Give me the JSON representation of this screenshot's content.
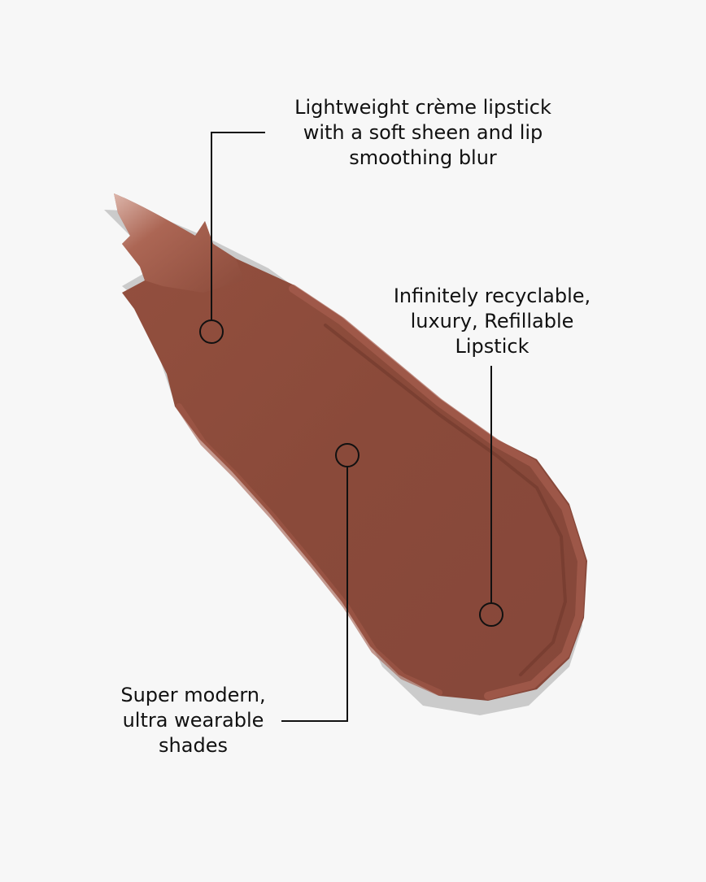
{
  "image": {
    "subject": "lipstick-swatch",
    "colors": {
      "background": "#f7f7f7",
      "swatch_main": "#8a4a3a",
      "swatch_edge": "#9c5849",
      "swatch_shadow": "#6b3428",
      "callout_line": "#111111"
    }
  },
  "callouts": [
    {
      "lines": [
        "Lightweight crème lipstick",
        "with a soft sheen and lip",
        "smoothing blur"
      ]
    },
    {
      "lines": [
        "Infinitely recyclable,",
        "luxury, Refillable",
        "Lipstick"
      ]
    },
    {
      "lines": [
        "Super modern,",
        "ultra wearable",
        "shades"
      ]
    }
  ]
}
